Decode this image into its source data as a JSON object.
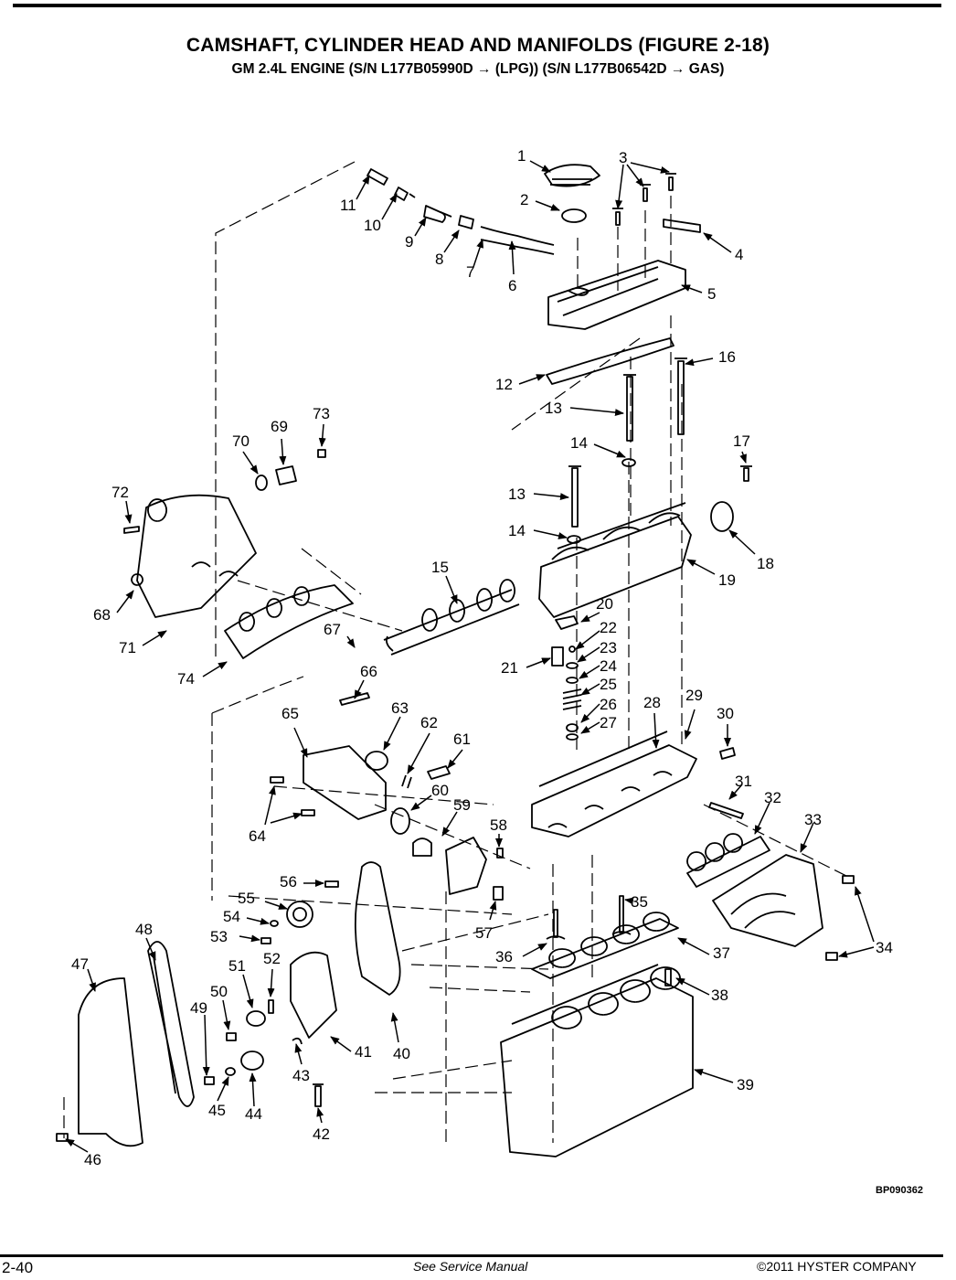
{
  "header": {
    "title": "CAMSHAFT, CYLINDER HEAD AND MANIFOLDS (FIGURE 2-18)",
    "subtitle": "GM 2.4L ENGINE  (S/N L177B05990D → (LPG))  (S/N L177B06542D → GAS)"
  },
  "callouts": [
    "1",
    "2",
    "3",
    "4",
    "5",
    "6",
    "7",
    "8",
    "9",
    "10",
    "11",
    "12",
    "13",
    "13",
    "14",
    "14",
    "15",
    "16",
    "17",
    "18",
    "19",
    "20",
    "21",
    "22",
    "23",
    "24",
    "25",
    "26",
    "27",
    "28",
    "29",
    "30",
    "31",
    "32",
    "33",
    "34",
    "34",
    "35",
    "36",
    "37",
    "38",
    "39",
    "40",
    "41",
    "42",
    "43",
    "44",
    "45",
    "46",
    "47",
    "48",
    "49",
    "50",
    "51",
    "52",
    "53",
    "54",
    "55",
    "56",
    "57",
    "58",
    "59",
    "60",
    "61",
    "62",
    "63",
    "64",
    "64",
    "65",
    "66",
    "67",
    "68",
    "69",
    "70",
    "71",
    "72",
    "73",
    "74"
  ],
  "figure_id": "BP090362",
  "footer": {
    "page_number": "2-40",
    "center_text": "See Service Manual",
    "copyright": "©2011 HYSTER COMPANY"
  }
}
